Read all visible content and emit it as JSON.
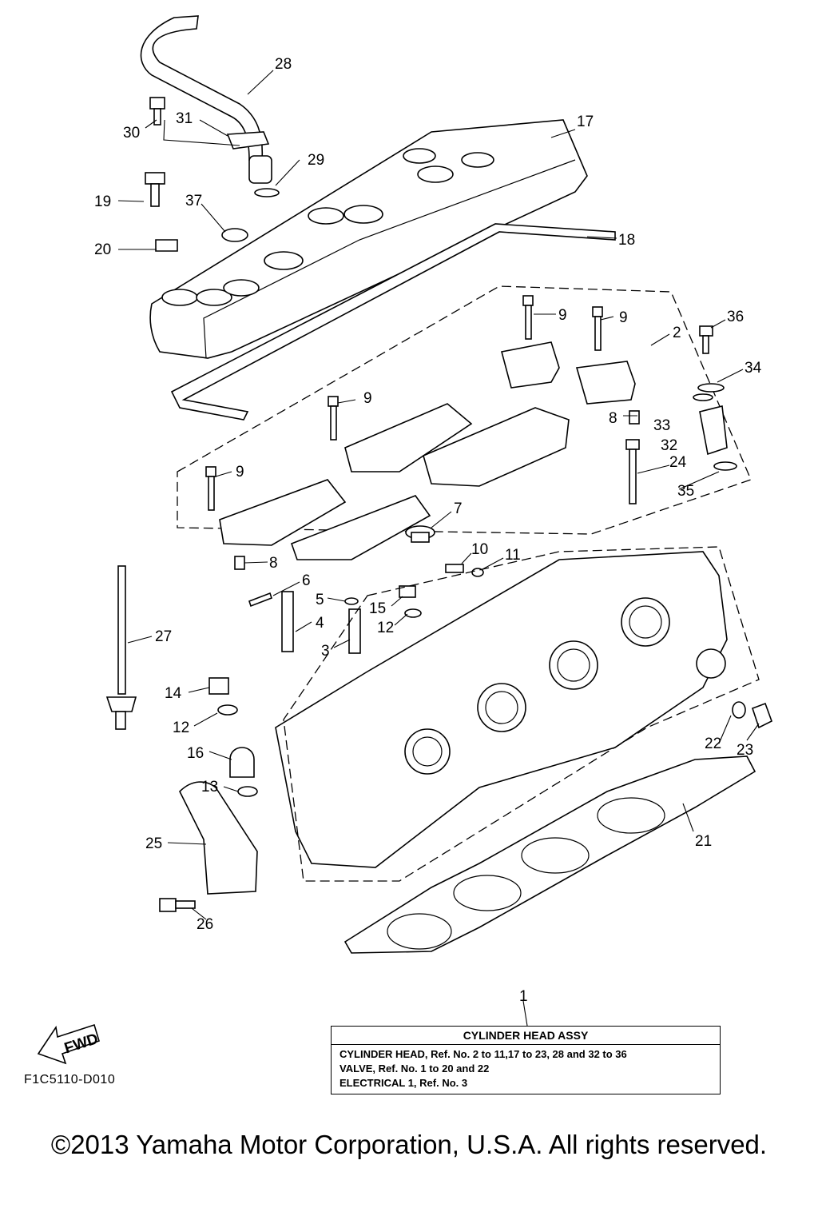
{
  "diagram": {
    "drawing_code": "F1C5110-D010",
    "fwd_label": "FWD",
    "callouts": [
      "1",
      "2",
      "3",
      "4",
      "5",
      "6",
      "7",
      "8",
      "8",
      "9",
      "9",
      "9",
      "9",
      "10",
      "11",
      "12",
      "12",
      "13",
      "14",
      "15",
      "16",
      "17",
      "18",
      "19",
      "20",
      "21",
      "22",
      "23",
      "24",
      "25",
      "26",
      "27",
      "28",
      "29",
      "30",
      "31",
      "32",
      "33",
      "34",
      "35",
      "36",
      "37"
    ]
  },
  "assy_box": {
    "ref_number": "1",
    "title": "CYLINDER HEAD ASSY",
    "lines": [
      "CYLINDER HEAD, Ref. No. 2 to 11,17 to 23, 28 and 32 to 36",
      "VALVE, Ref. No. 1 to 20 and 22",
      "ELECTRICAL 1, Ref. No. 3"
    ]
  },
  "copyright": "©2013 Yamaha Motor Corporation, U.S.A. All rights reserved."
}
